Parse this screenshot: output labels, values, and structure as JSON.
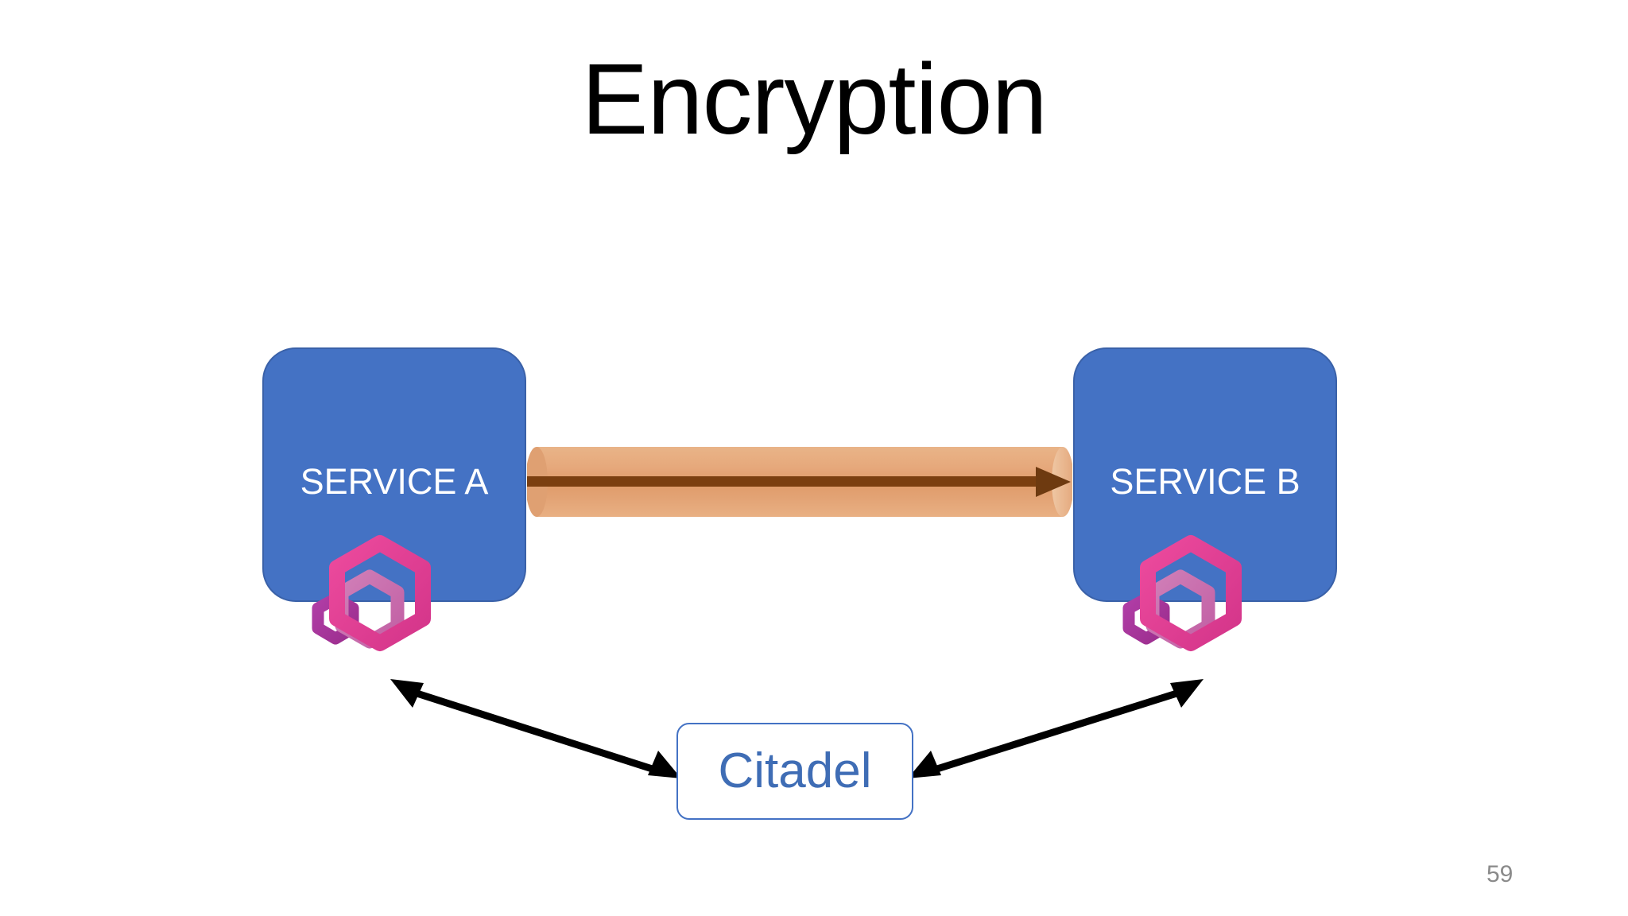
{
  "slide": {
    "title": "Encryption",
    "page_number": "59",
    "background_color": "#FFFFFF"
  },
  "diagram": {
    "nodes": [
      {
        "id": "service-a",
        "label": "SERVICE A",
        "type": "rounded-rectangle",
        "fill_color": "#4472C4",
        "border_color": "#3A61A8",
        "text_color": "#FFFFFF",
        "badge": "istio-hexagon-logo"
      },
      {
        "id": "service-b",
        "label": "SERVICE B",
        "type": "rounded-rectangle",
        "fill_color": "#4472C4",
        "border_color": "#3A61A8",
        "text_color": "#FFFFFF",
        "badge": "istio-hexagon-logo"
      },
      {
        "id": "citadel",
        "label": "Citadel",
        "type": "rounded-rectangle",
        "fill_color": "#FFFFFF",
        "border_color": "#4472C4",
        "text_color": "#3F6DB5",
        "badge": null
      }
    ],
    "connectors": [
      {
        "id": "encrypted-tunnel",
        "from": "service-a",
        "to": "service-b",
        "style": "cylinder-tube-with-arrow",
        "direction": "one-way-right",
        "tube_color": "#E3A476",
        "tube_highlight_color": "#EFC39F",
        "arrow_color": "#7B3F10"
      },
      {
        "id": "citadel-to-service-a",
        "from": "citadel",
        "to": "service-a",
        "style": "double-headed-arrow",
        "direction": "bidirectional",
        "color": "#000000"
      },
      {
        "id": "citadel-to-service-b",
        "from": "citadel",
        "to": "service-b",
        "style": "double-headed-arrow",
        "direction": "bidirectional",
        "color": "#000000"
      }
    ],
    "istio_logo": {
      "name": "istio-hexagon-logo",
      "hex_back_color": "#A8339A",
      "hex_middle_color": "#C96BAD",
      "hex_front_color_start": "#E8459A",
      "hex_front_color_end": "#D93C8C"
    }
  }
}
